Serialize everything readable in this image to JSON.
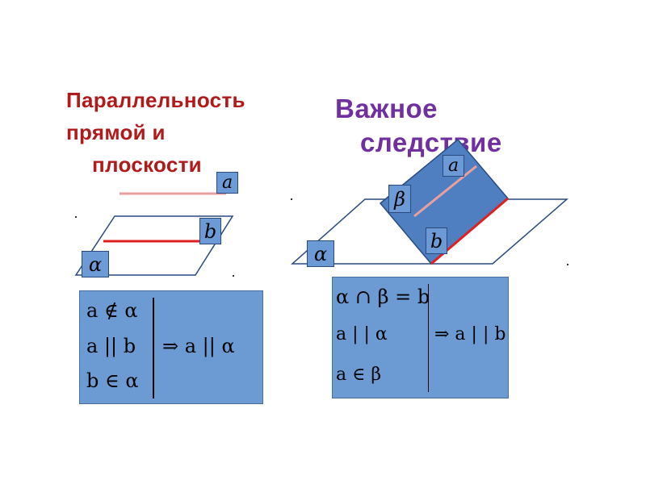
{
  "title_left": {
    "line1": "Параллельность",
    "line2": "прямой и",
    "line3": "плоскости"
  },
  "title_right": {
    "line1": "Важное",
    "line2": "следствие"
  },
  "labels": {
    "a": "a",
    "b": "b",
    "alpha": "α",
    "beta": "β"
  },
  "colors": {
    "title_left": "#b01a1a",
    "title_right": "#7030a0",
    "plane_fill": "#4f7fc0",
    "label_fill": "#6b9ad6",
    "red_line": "#e02020",
    "pink_line": "#e8a0a0"
  },
  "formula_left": {
    "cond1": "a ∉ α",
    "cond2": "a || b",
    "cond3": "b ∈ α",
    "result": "⇒ a || α"
  },
  "formula_right": {
    "cond1": "α ∩ β = b",
    "cond2": "a | | α",
    "cond3": "a ∈ β",
    "result": "⇒ a | | b"
  }
}
